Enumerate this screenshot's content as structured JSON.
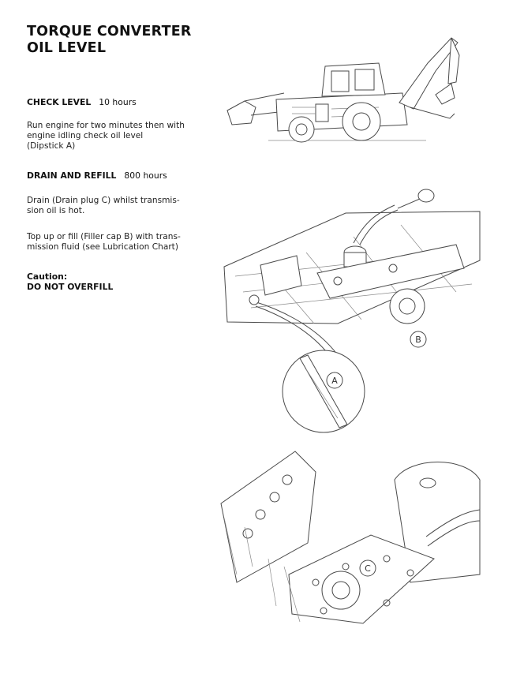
{
  "title": {
    "line1": "TORQUE CONVERTER",
    "line2": "OIL LEVEL"
  },
  "check": {
    "heading": "CHECK LEVEL",
    "interval": "10 hours",
    "body": [
      "Run engine for two minutes then with",
      "engine idling check oil level",
      "(Dipstick A)"
    ]
  },
  "drain": {
    "heading": "DRAIN AND REFILL",
    "interval": "800 hours",
    "body1": [
      "Drain (Drain plug C) whilst transmis-",
      "sion oil is hot."
    ],
    "body2": [
      "Top up or fill (Filler cap B) with trans-",
      "mission fluid (see Lubrication Chart)"
    ]
  },
  "caution": {
    "line1": "Caution:",
    "line2": "DO NOT OVERFILL"
  },
  "callouts": {
    "a": "A",
    "b": "B",
    "c": "C"
  }
}
